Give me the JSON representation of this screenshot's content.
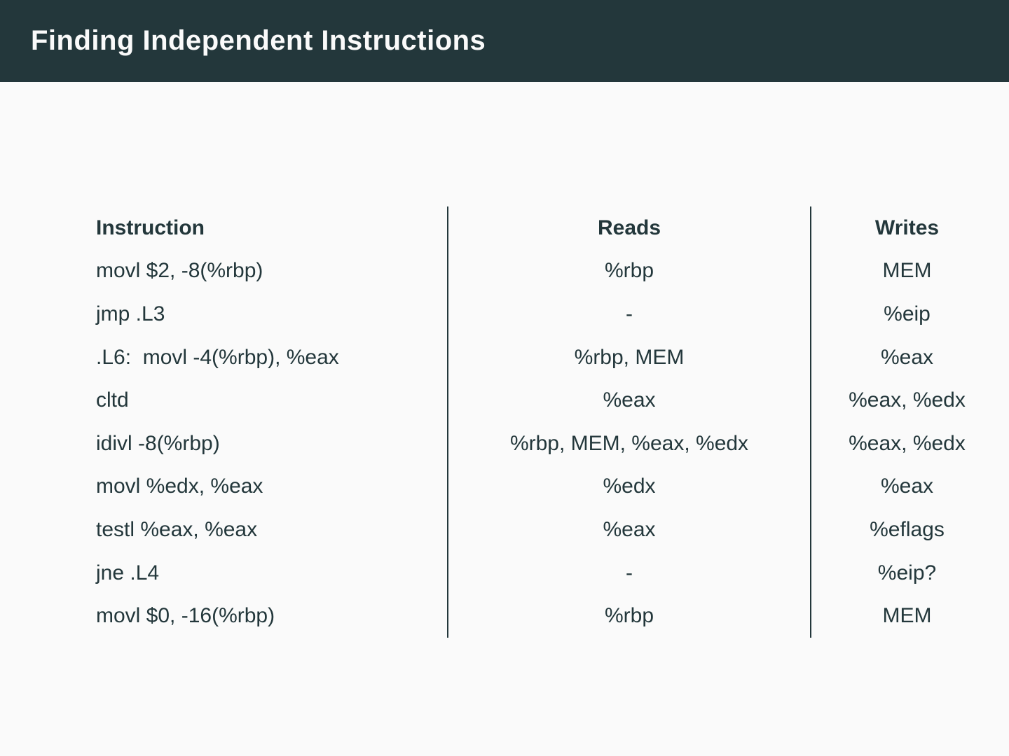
{
  "title_bar": {
    "title": "Finding Independent Instructions",
    "background_color": "#23373B",
    "text_color": "#FAFAFA"
  },
  "page": {
    "background_color": "#FAFAFA",
    "body_text_color": "#23373B"
  },
  "table": {
    "headers": {
      "instruction": "Instruction",
      "reads": "Reads",
      "writes": "Writes"
    },
    "rows": [
      {
        "instruction": "movl $2, -8(%rbp)",
        "reads": "%rbp",
        "writes": "MEM"
      },
      {
        "instruction": "jmp .L3",
        "reads": "-",
        "writes": "%eip"
      },
      {
        "instruction": ".L6:  movl -4(%rbp), %eax",
        "reads": "%rbp, MEM",
        "writes": "%eax"
      },
      {
        "instruction": "cltd",
        "reads": "%eax",
        "writes": "%eax, %edx"
      },
      {
        "instruction": "idivl -8(%rbp)",
        "reads": "%rbp, MEM, %eax, %edx",
        "writes": "%eax, %edx"
      },
      {
        "instruction": "movl %edx, %eax",
        "reads": "%edx",
        "writes": "%eax"
      },
      {
        "instruction": "testl %eax, %eax",
        "reads": "%eax",
        "writes": "%eflags"
      },
      {
        "instruction": "jne .L4",
        "reads": "-",
        "writes": "%eip?"
      },
      {
        "instruction": "movl $0, -16(%rbp)",
        "reads": "%rbp",
        "writes": "MEM"
      }
    ]
  }
}
